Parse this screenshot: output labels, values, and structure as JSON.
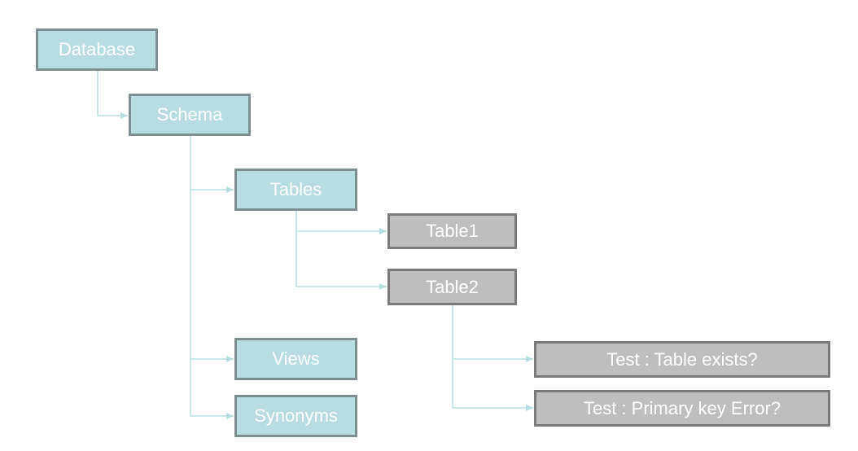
{
  "colors": {
    "object_fill": "#b7dde2",
    "test_fill": "#bebebe",
    "connector": "#b7dde2",
    "label": "#ffffff"
  },
  "nodes": {
    "database": "Database",
    "schema": "Schema",
    "tables": "Tables",
    "table1": "Table1",
    "table2": "Table2",
    "views": "Views",
    "synonyms": "Synonyms",
    "test_table_exists": "Test : Table exists?",
    "test_primary_key": "Test : Primary key Error?"
  }
}
